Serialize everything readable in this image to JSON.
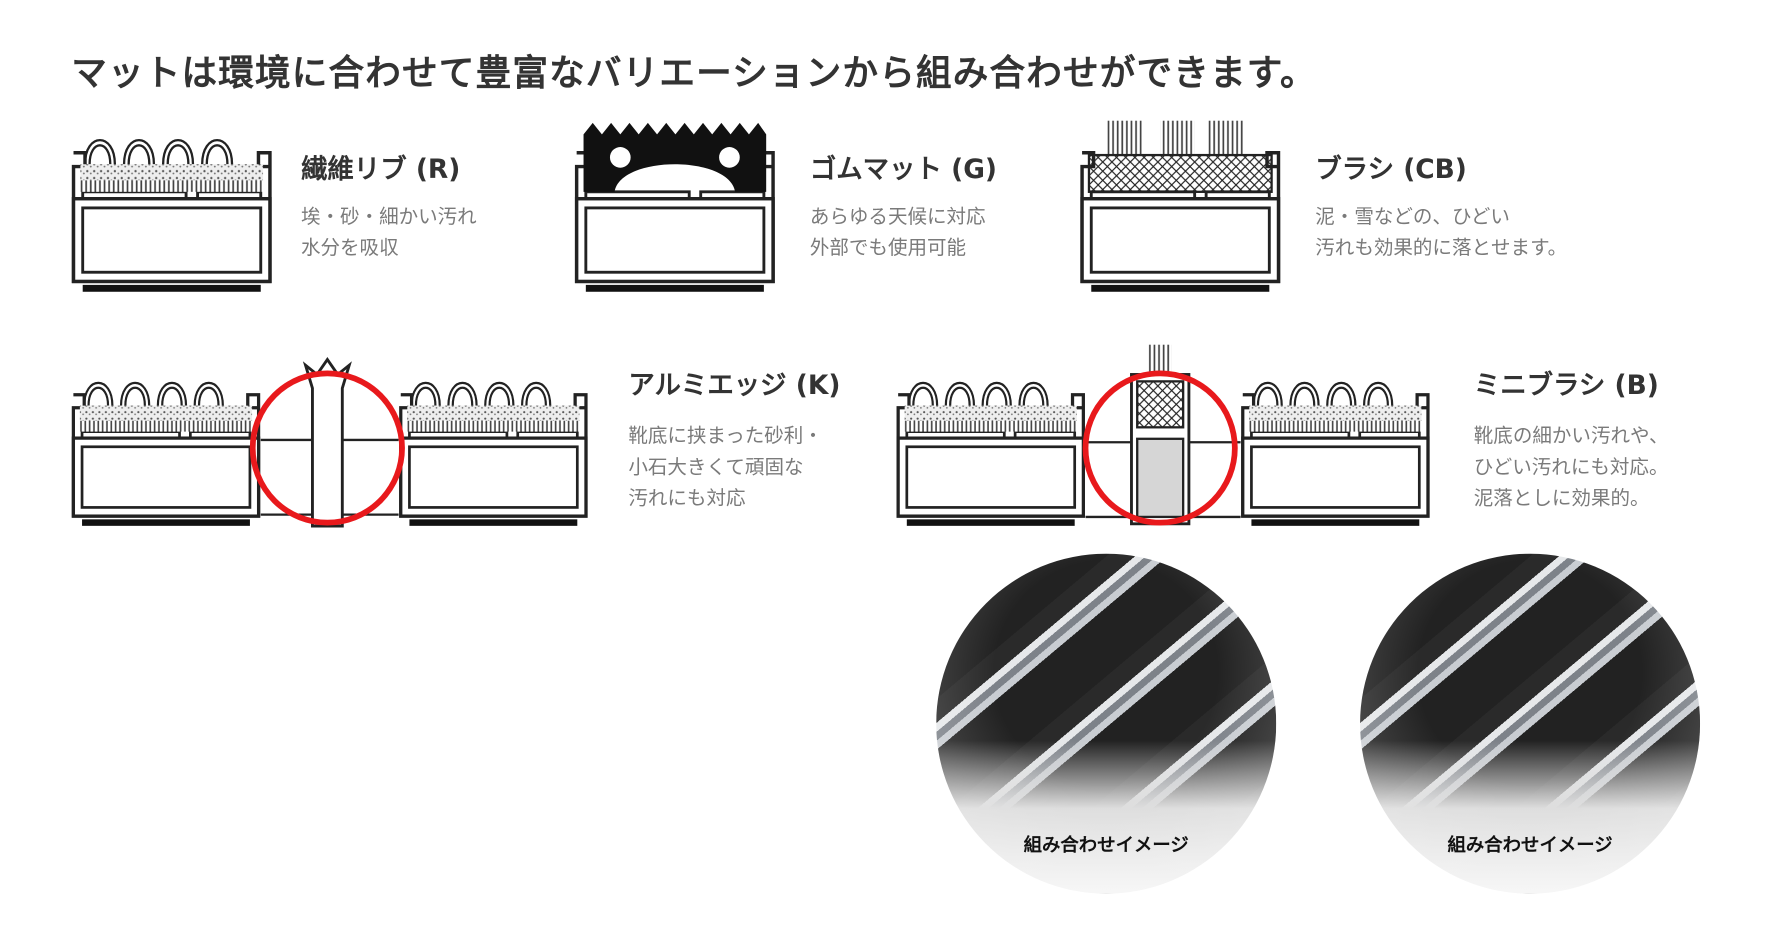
{
  "headline": "マットは環境に合わせて豊富なバリエーションから組み合わせができます。",
  "products": [
    {
      "name": "繊維リブ (R)",
      "desc": [
        "埃・砂・細かい汚れ",
        "水分を吸収"
      ]
    },
    {
      "name": "ゴムマット (G)",
      "desc": [
        "あらゆる天候に対応",
        "外部でも使用可能"
      ]
    },
    {
      "name": "ブラシ (CB)",
      "desc": [
        "泥・雪などの、ひどい",
        "汚れも効果的に落とせます。"
      ]
    },
    {
      "name": "アルミエッジ (K)",
      "desc": [
        "靴底に挟まった砂利・",
        "小石大きくて頑固な",
        "汚れにも対応"
      ]
    },
    {
      "name": "ミニブラシ (B)",
      "desc": [
        "靴底の細かい汚れや、",
        "ひどい汚れにも対応。",
        "泥落としに効果的。"
      ]
    }
  ],
  "photos": [
    {
      "caption": "組み合わせイメージ"
    },
    {
      "caption": "組み合わせイメージ"
    }
  ],
  "colors": {
    "highlight": "#e8191c",
    "text": "#333333",
    "desc": "#7a7a7a"
  }
}
